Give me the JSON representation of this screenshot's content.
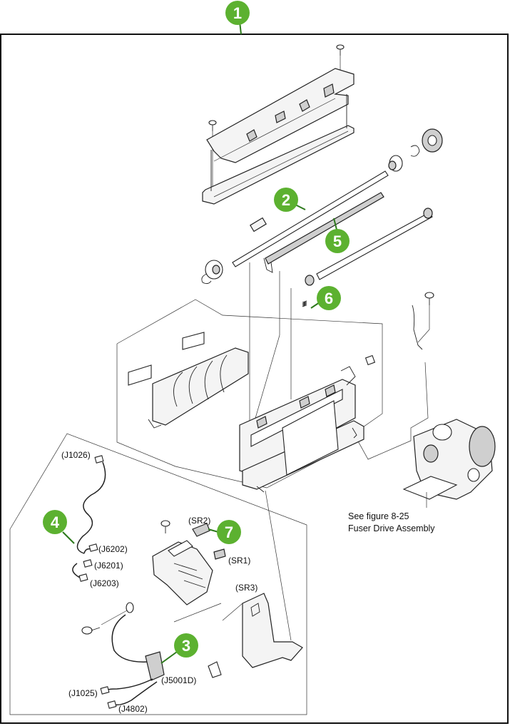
{
  "callouts": [
    "1",
    "2",
    "3",
    "4",
    "5",
    "6",
    "7"
  ],
  "connectors": {
    "j1026": "(J1026)",
    "j6202": "(J6202)",
    "j6201": "(J6201)",
    "j6203": "(J6203)",
    "j5001d": "(J5001D)",
    "j1025": "(J1025)",
    "j4802": "(J4802)"
  },
  "sensors": {
    "sr1": "(SR1)",
    "sr2": "(SR2)",
    "sr3": "(SR3)"
  },
  "reference_note": {
    "line1": "See figure 8-25",
    "line2": "Fuser Drive Assembly"
  },
  "colors": {
    "callout_fill": "#5cb130",
    "callout_leader": "#2d7a1c",
    "line_art": "#222222"
  }
}
